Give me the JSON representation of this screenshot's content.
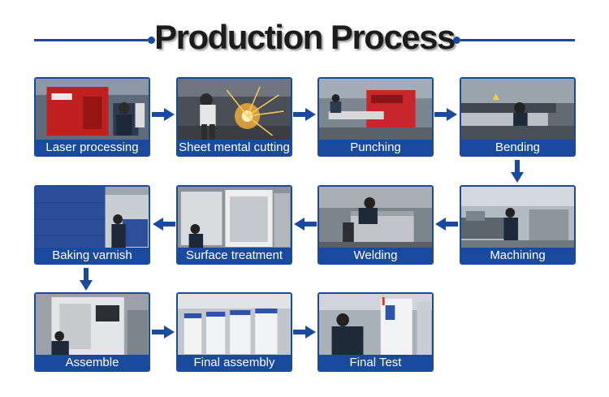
{
  "title": "Production Process",
  "colors": {
    "accent": "#1a4a9e",
    "caption_text": "#ffffff"
  },
  "steps": [
    {
      "label": "Laser processing",
      "photo": "red-laser-machine-icon"
    },
    {
      "label": "Sheet mental cutting",
      "photo": "sparks-cutting-icon"
    },
    {
      "label": "Punching",
      "photo": "punch-press-icon"
    },
    {
      "label": "Bending",
      "photo": "press-brake-icon"
    },
    {
      "label": "Machining",
      "photo": "lathe-icon"
    },
    {
      "label": "Welding",
      "photo": "welding-icon"
    },
    {
      "label": "Surface treatment",
      "photo": "treatment-chamber-icon"
    },
    {
      "label": "Baking varnish",
      "photo": "baking-oven-icon"
    },
    {
      "label": "Assemble",
      "photo": "assembly-cabinet-icon"
    },
    {
      "label": "Final assembly",
      "photo": "chamber-row-icon"
    },
    {
      "label": "Final Test",
      "photo": "test-chamber-icon"
    }
  ]
}
